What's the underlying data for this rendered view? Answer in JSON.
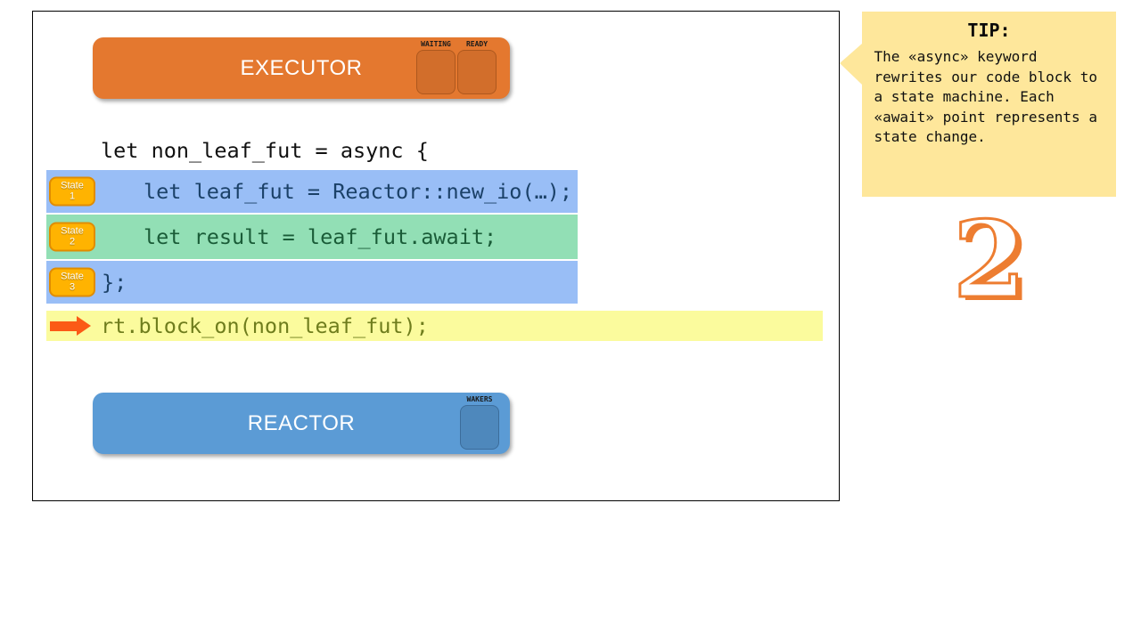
{
  "frame": {
    "executor": {
      "title": "EXECUTOR",
      "slots": [
        {
          "label": "WAITING"
        },
        {
          "label": "READY"
        }
      ]
    },
    "reactor": {
      "title": "REACTOR",
      "slots": [
        {
          "label": "WAKERS"
        }
      ]
    },
    "code": {
      "line1": "let non_leaf_fut = async {",
      "rows": [
        {
          "badge_word": "State",
          "badge_num": "1",
          "code": "let leaf_fut = Reactor::new_io(…);"
        },
        {
          "badge_word": "State",
          "badge_num": "2",
          "code": "let result = leaf_fut.await;"
        },
        {
          "badge_word": "State",
          "badge_num": "3",
          "code": "};"
        }
      ],
      "block_on": "rt.block_on(non_leaf_fut);"
    }
  },
  "tip": {
    "heading": "TIP:",
    "body": "The «async» keyword rewrites our code block to a state machine. Each «await» point represents a state change."
  },
  "step_number": "2",
  "colors": {
    "executor_orange": "#E4782F",
    "executor_slot": "#D26E2B",
    "reactor_blue": "#5B9BD5",
    "reactor_slot": "#4E88BC",
    "row_blue": "#99BEF6",
    "row_green": "#92DFB5",
    "row_yellow": "#FBFB9D",
    "badge_amber": "#FFB301",
    "arrow_orange": "#FB5A16",
    "tip_gold": "#FEE79B",
    "numeral_orange": "#ED7D31",
    "code_blue_text": "#1B4168",
    "code_green_text": "#1A5C38",
    "code_olive_text": "#6F7D1D"
  }
}
